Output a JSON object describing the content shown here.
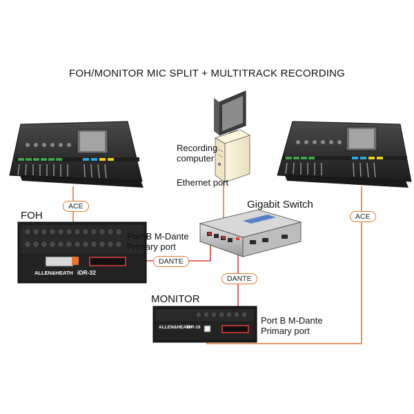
{
  "title": "FOH/MONITOR MIC SPLIT + MULTITRACK RECORDING",
  "labels": {
    "foh": "FOH",
    "monitor": "MONITOR",
    "recording_computer": "Recording\ncomputer",
    "ethernet_port": "Ethernet port",
    "gigabit_switch": "Gigabit Switch",
    "foh_port": "Port B M-Dante\nPrimary port",
    "monitor_port": "Port B M-Dante\nPrimary port"
  },
  "connections": {
    "ace_left": "ACE",
    "ace_right": "ACE",
    "dante_foh": "DANTE",
    "dante_monitor": "DANTE"
  },
  "devices": {
    "foh_rack_brand": "ALLEN&HEATH",
    "foh_rack_model": "iDR-32",
    "monitor_rack_brand": "ALLEN&HEATH",
    "monitor_rack_model": "iDR-16"
  },
  "colors": {
    "cable": "#e8742c",
    "dante_cable": "#d9403a",
    "device_dark": "#2b2b2b"
  }
}
